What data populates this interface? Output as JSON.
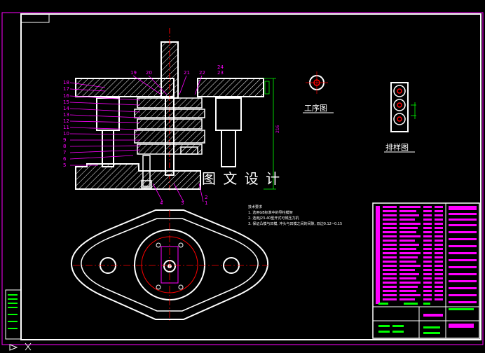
{
  "drawing": {
    "watermark": "图 文 设 计",
    "views": {
      "process_label": "工序图",
      "layout_label": "排样图"
    },
    "part_numbers_left": [
      "18",
      "17",
      "16",
      "15",
      "14",
      "13",
      "12",
      "11",
      "10",
      "9",
      "8",
      "7",
      "6",
      "5"
    ],
    "part_numbers_top": [
      "19",
      "20",
      "21",
      "22",
      "24",
      "23"
    ],
    "part_numbers_bottom": [
      "4",
      "3",
      "2",
      "1"
    ],
    "dimension_left": "216",
    "tech_requirements": {
      "title": "技术要求",
      "items": [
        "1. 选用GB标准中的导柱模架",
        "2. 选用J23-40型开式可倾压力机",
        "3. 保证凸模与凹模, 冲头与凹模之间的间隙, 双边0.12~0.15"
      ]
    }
  },
  "colors": {
    "background": "#000000",
    "line": "#ffffff",
    "border": "#ff00ff",
    "center": "#ff0000",
    "titleblock": "#ff00ff",
    "accent": "#00ff00"
  }
}
